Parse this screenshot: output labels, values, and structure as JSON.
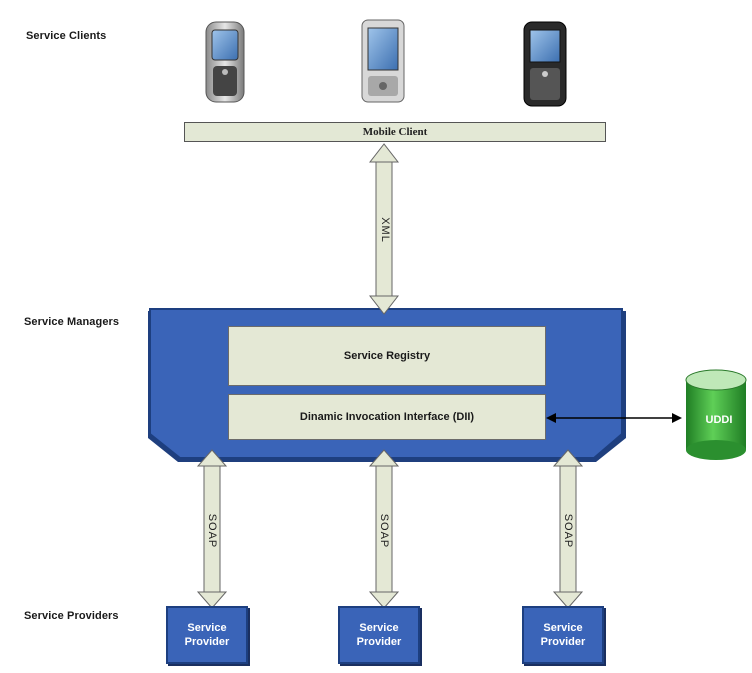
{
  "layers": {
    "clients": "Service Clients",
    "managers": "Service Managers",
    "providers": "Service Providers"
  },
  "client_bar": "Mobile Client",
  "manager": {
    "registry": "Service Registry",
    "dii": "Dinamic Invocation Interface (DII)"
  },
  "uddi": "UDDI",
  "protocols": {
    "xml": "XML",
    "soap": "SOAP"
  },
  "providers": [
    {
      "line1": "Service",
      "line2": "Provider"
    },
    {
      "line1": "Service",
      "line2": "Provider"
    },
    {
      "line1": "Service",
      "line2": "Provider"
    }
  ],
  "phones": [
    {
      "icon": "phone-flip-icon"
    },
    {
      "icon": "pda-phone-icon"
    },
    {
      "icon": "blackberry-phone-icon"
    }
  ],
  "colors": {
    "manager_blue": "#3a64b8",
    "inner_box": "#e4e8d5",
    "uddi_green": "#35a83a"
  }
}
